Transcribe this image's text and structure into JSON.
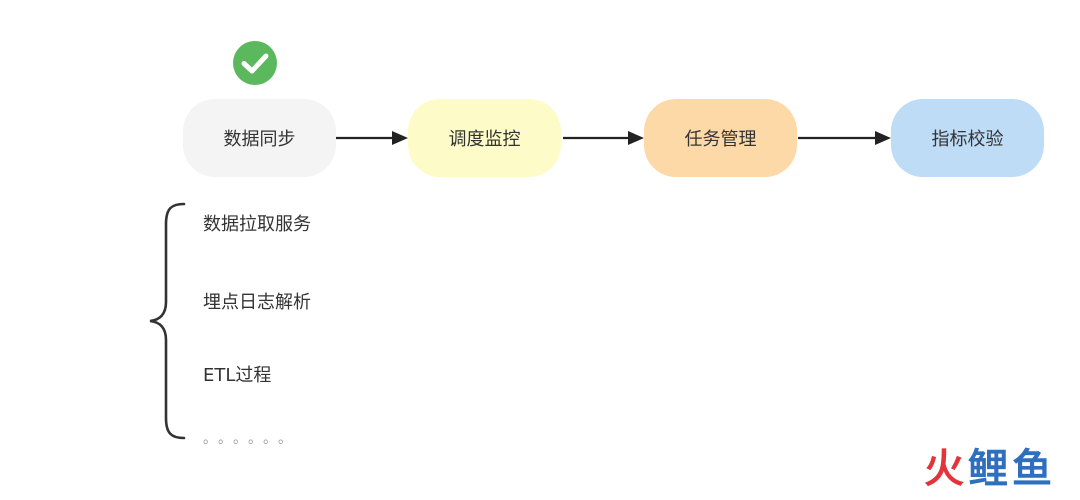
{
  "flow": {
    "nodes": [
      {
        "label": "数据同步",
        "color": "#f4f4f4"
      },
      {
        "label": "调度监控",
        "color": "#fdfbc7"
      },
      {
        "label": "任务管理",
        "color": "#fdd9a8"
      },
      {
        "label": "指标校验",
        "color": "#bfdcf7"
      }
    ],
    "check_icon_color": "#5cb85c",
    "arrow_color": "#222222"
  },
  "sub_items": {
    "items": [
      "数据拉取服务",
      "埋点日志解析",
      "ETL过程"
    ],
    "ellipsis": "。。。。。。"
  },
  "watermark": {
    "chars": [
      "火",
      "鲤",
      "鱼"
    ]
  }
}
